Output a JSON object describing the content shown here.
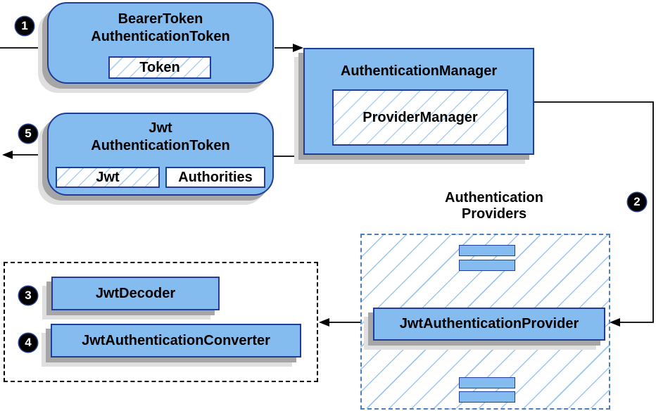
{
  "badges": {
    "step1": "1",
    "step2": "2",
    "step3": "3",
    "step4": "4",
    "step5": "5"
  },
  "nodes": {
    "bearer": {
      "line1": "BearerToken",
      "line2": "AuthenticationToken",
      "chip": "Token"
    },
    "manager": {
      "title": "AuthenticationManager",
      "chip": "ProviderManager"
    },
    "jwt_token": {
      "line1": "Jwt",
      "line2": "AuthenticationToken",
      "chip_jwt": "Jwt",
      "chip_authorities": "Authorities"
    },
    "providers": {
      "title_line1": "Authentication",
      "title_line2": "Providers",
      "provider": "JwtAuthenticationProvider"
    },
    "converters": {
      "decoder": "JwtDecoder",
      "converter": "JwtAuthenticationConverter"
    }
  },
  "colors": {
    "node_fill": "#85bcf0",
    "node_border": "#1f3d99",
    "hatch_line": "#aecff2",
    "providers_dashed_border": "#4a7ebd",
    "converters_dashed_border": "#000000",
    "arrow": "#000000",
    "shadow_dark": "#a6a6a6",
    "shadow_light": "#dfdfdf",
    "badge_bg": "#000000",
    "badge_text": "#ffffff"
  }
}
